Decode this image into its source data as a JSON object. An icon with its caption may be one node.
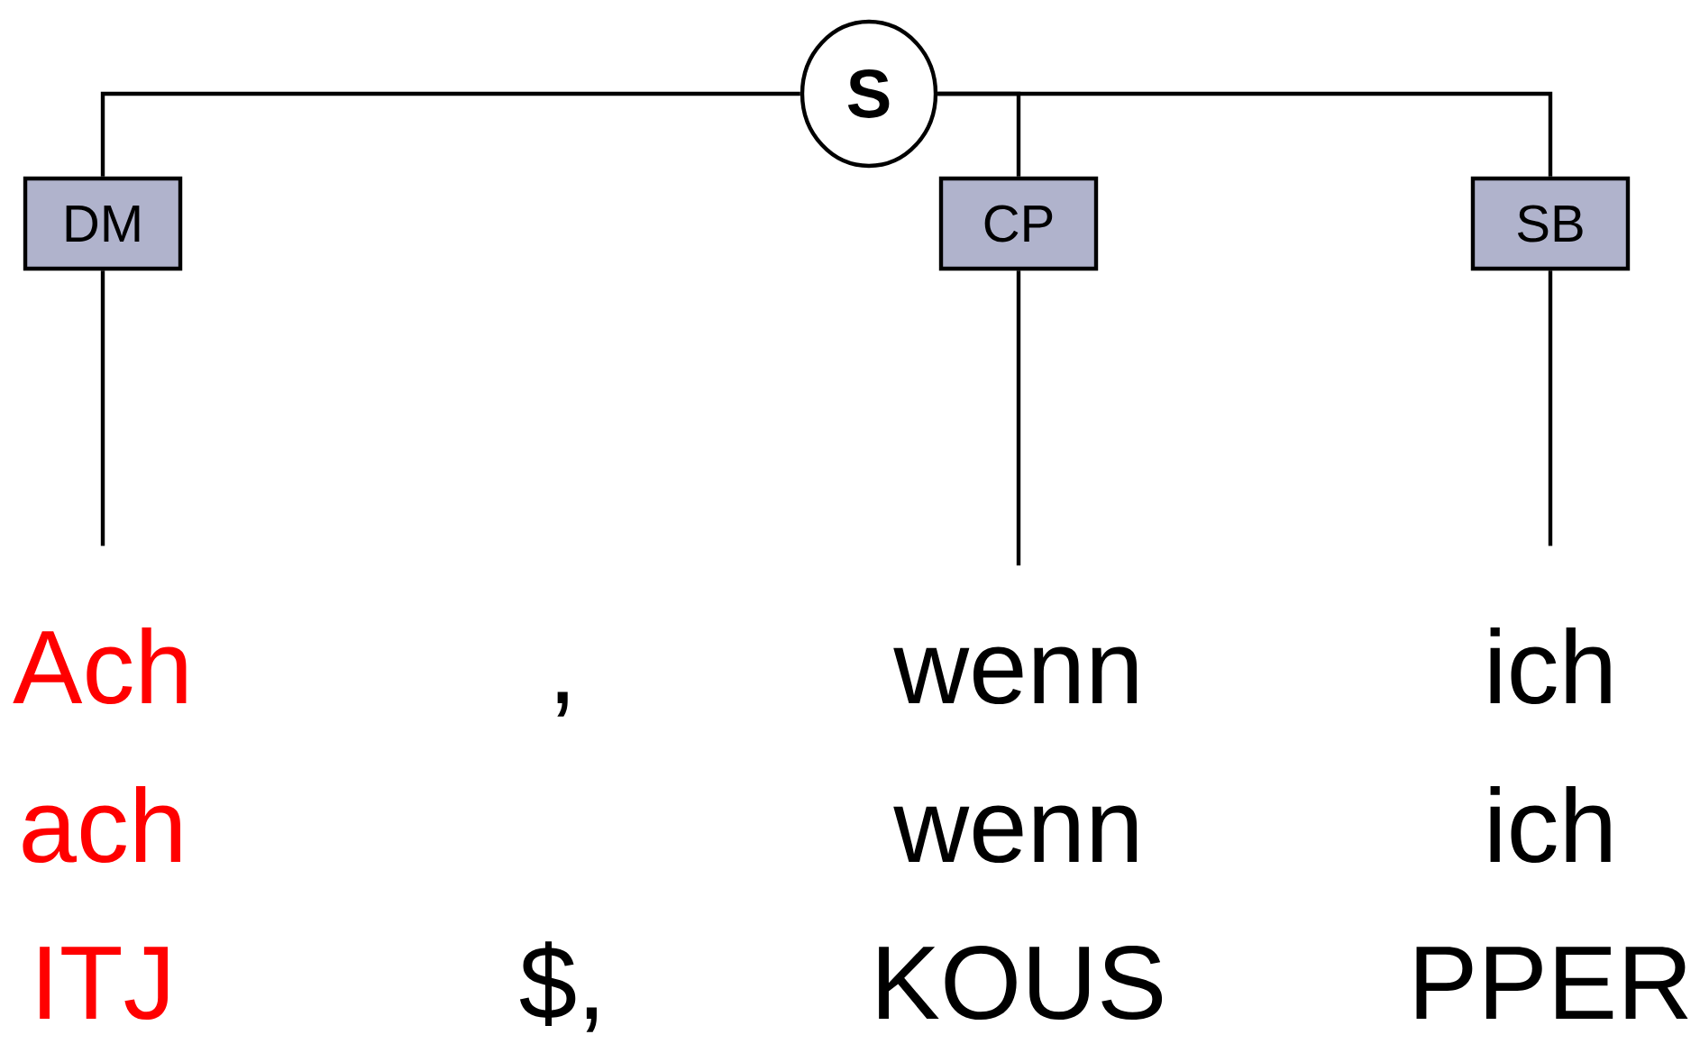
{
  "diagram": {
    "nodes": [
      {
        "text": [
          "S"
        ]
      },
      {
        "text": [
          "DM"
        ]
      },
      {
        "text": [
          "CP"
        ]
      },
      {
        "text": [
          "SB"
        ]
      },
      {
        "text": [
          "Ach"
        ]
      },
      {
        "text": [
          "wenn"
        ]
      },
      {
        "text": [
          "ich"
        ]
      }
    ],
    "edges": [
      {
        "from": 0,
        "to": 1,
        "arrow": "none"
      },
      {
        "from": 0,
        "to": 2,
        "arrow": "none"
      },
      {
        "from": 0,
        "to": 3,
        "arrow": "none"
      },
      {
        "from": 1,
        "to": 4,
        "arrow": "none"
      },
      {
        "from": 2,
        "to": 5,
        "arrow": "none"
      },
      {
        "from": 3,
        "to": 6,
        "arrow": "none"
      }
    ],
    "labels": [
      ",",
      "ach",
      "wenn",
      "ich",
      "ITJ",
      "$,",
      "KOUS",
      "PPER"
    ]
  }
}
